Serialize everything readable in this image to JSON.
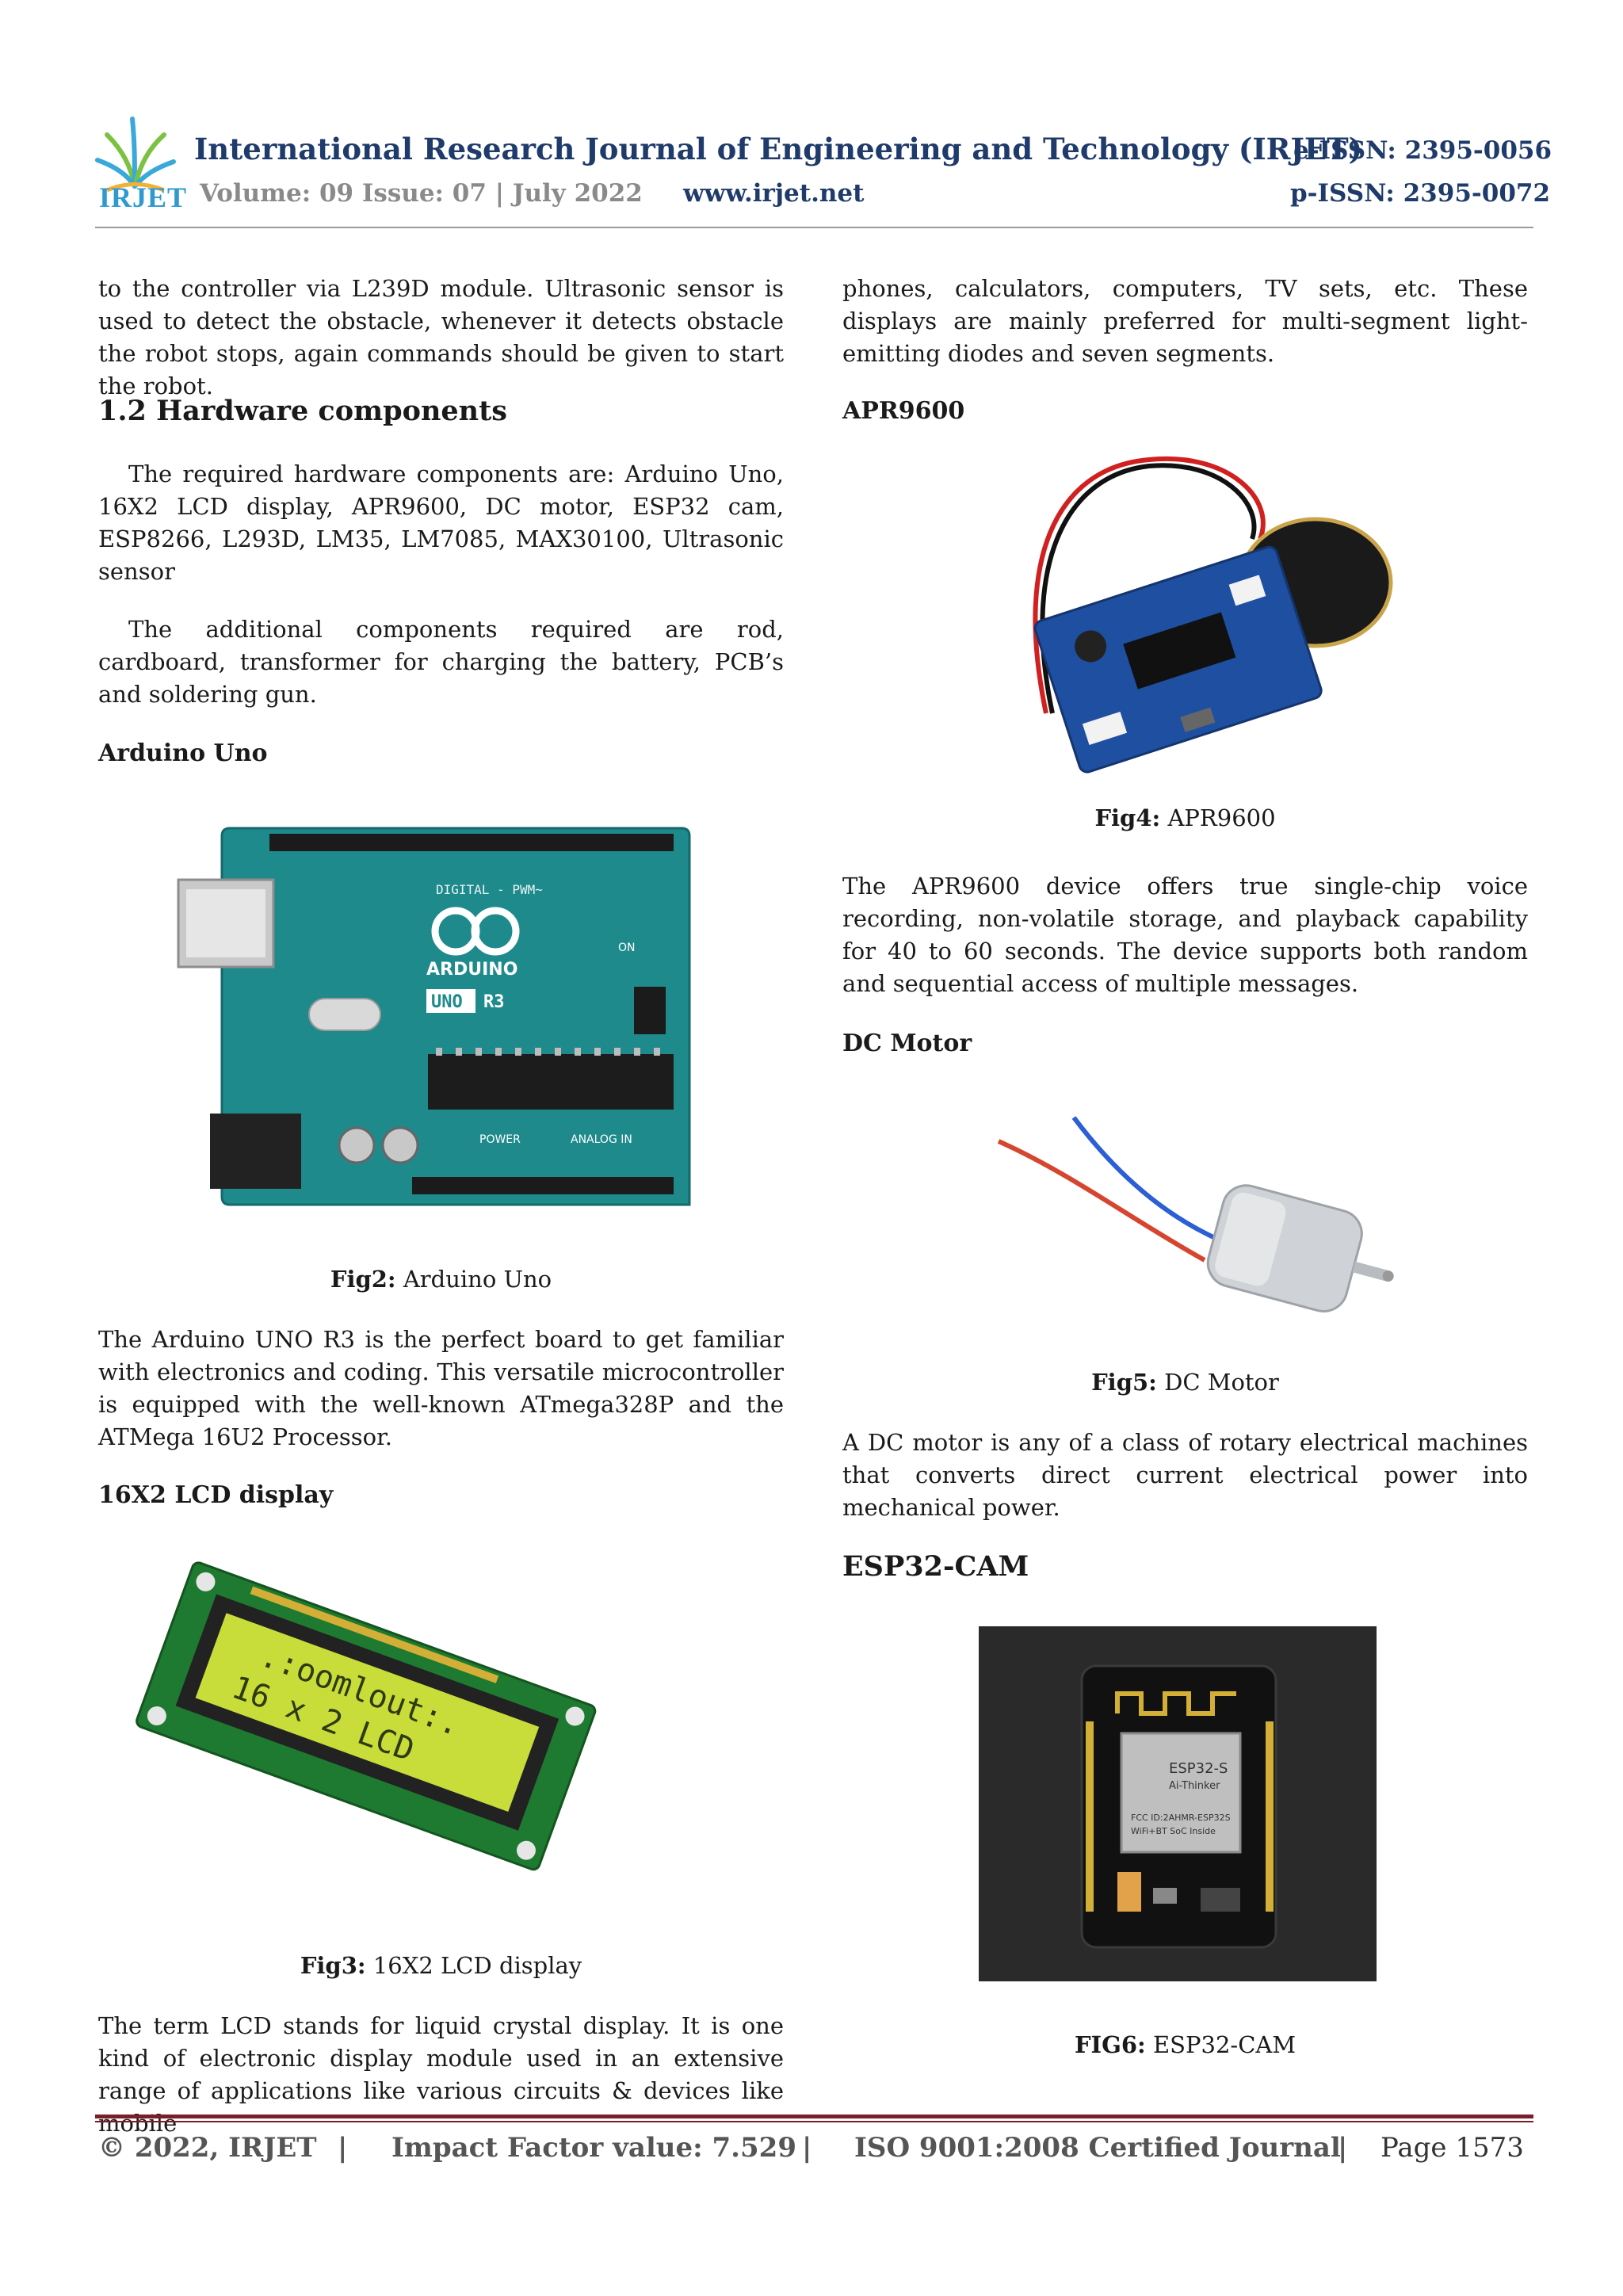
{
  "header": {
    "logo_text": "IRJET",
    "journal_title": "International Research Journal of Engineering and Technology (IRJET)",
    "eissn": "e-ISSN: 2395-0056",
    "volume": "Volume: 09 Issue: 07 | July 2022",
    "website": "www.irjet.net",
    "pissn": "p-ISSN: 2395-0072"
  },
  "left": {
    "intro_para": "to the controller via L239D module. Ultrasonic sensor is used to detect the obstacle, whenever it detects obstacle the robot stops, again commands should be given to start the robot.",
    "section_heading": "1.2 Hardware components",
    "components_para": "The required hardware components are: Arduino Uno, 16X2 LCD display, APR9600, DC motor, ESP32 cam, ESP8266, L293D, LM35, LM7085, MAX30100, Ultrasonic sensor",
    "additional_para": "The additional components required are rod, cardboard, transformer for charging the battery, PCB’s and soldering gun.",
    "arduino_heading": "Arduino Uno",
    "fig2": {
      "label": "Fig2:",
      "text": "Arduino Uno",
      "board_text_digital": "DIGITAL - PWM~",
      "board_text_brand": "ARDUINO",
      "board_text_model": "UNO",
      "board_text_rev": "R3",
      "board_text_power": "POWER",
      "board_text_analog": "ANALOG IN",
      "board_text_on": "ON"
    },
    "arduino_para": "The Arduino UNO R3 is the perfect board to get familiar with electronics and coding. This versatile microcontroller is equipped with the well-known ATmega328P and the ATMega 16U2 Processor.",
    "lcd_heading": "16X2 LCD display",
    "fig3": {
      "label": "Fig3:",
      "text": "16X2 LCD display",
      "lcd_line1": ".:oomlout:.",
      "lcd_line2": "16 x 2 LCD"
    },
    "lcd_para": "The term LCD stands for liquid crystal display. It is one kind of electronic display module used in an extensive range of applications like various circuits & devices like mobile"
  },
  "right": {
    "lcd_cont_para": "phones, calculators, computers, TV sets, etc. These displays are mainly preferred for multi-segment light-emitting diodes and seven segments.",
    "apr_heading": "APR9600",
    "fig4": {
      "label": "Fig4:",
      "text": "APR9600"
    },
    "apr_para": "The APR9600 device offers true single-chip voice recording, non-volatile storage, and playback capability for 40 to 60 seconds. The device supports both random and sequential access of multiple messages.",
    "dc_heading": "DC Motor",
    "fig5": {
      "label": "Fig5:",
      "text": "DC Motor"
    },
    "dc_para": "A DC motor is any of a class of rotary electrical machines that converts direct current electrical power into mechanical power.",
    "esp_heading": "ESP32-CAM",
    "fig6": {
      "label": "FIG6:",
      "text": "ESP32-CAM",
      "module_text1": "ESP32-S",
      "module_text2": "Ai-Thinker",
      "module_text3": "FCC ID:2AHMR-ESP32S",
      "module_text4": "WiFi+BT SoC Inside"
    }
  },
  "footer": {
    "copyright": "© 2022, IRJET",
    "sep1": "|",
    "impact": "Impact Factor value: 7.529",
    "sep2": "|",
    "iso": "ISO 9001:2008 Certified Journal",
    "sep3": "|",
    "page": "Page 1573"
  },
  "colors": {
    "header_blue": "#1f3b6b",
    "footer_rule": "#7b1e2a",
    "board_teal": "#1f8a8c",
    "lcd_green": "#c8dc3a"
  }
}
